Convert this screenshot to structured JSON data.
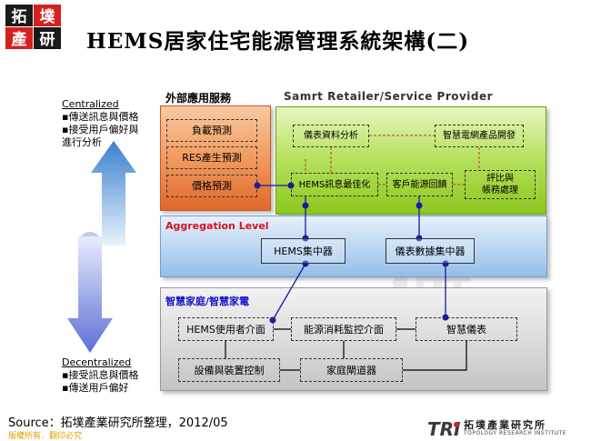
{
  "logo": {
    "line1": "拓",
    "line2": "墣",
    "line3": "產",
    "line4": "研"
  },
  "title": "HEMS居家住宅能源管理系統架構(二)",
  "notes": {
    "top": {
      "heading": "Centralized",
      "lines": [
        "▪傳送訊息與價格",
        "▪接受用戶偏好與",
        "進行分析"
      ]
    },
    "bottom": {
      "heading": "Decentralized",
      "lines": [
        "▪接受訊息與價格",
        "▪傳送用戶偏好"
      ]
    }
  },
  "external": {
    "label": "外部應用服務",
    "items": [
      "負載預測",
      "RES產生預測",
      "價格預測"
    ]
  },
  "retailer": {
    "label": "Samrt Retailer/Service Provider",
    "meter_analysis": "儀表資料分析",
    "smartgrid_dev": "智慧電網產品開發",
    "hems_opt": "HEMS訊息最佳化",
    "customer_feedback": "客戶能源回饋",
    "compare_line1": "評比與",
    "compare_line2": "帳務處理"
  },
  "aggregation": {
    "label": "Aggregation Level",
    "hems_conc": "HEMS集中器",
    "meter_conc": "儀表數據集中器"
  },
  "home": {
    "label": "智慧家庭/智慧家電",
    "hems_ui": "HEMS使用者介面",
    "energy_monitor": "能源消耗監控介面",
    "smart_meter": "智慧儀表",
    "device_control": "設備與裝置控制",
    "home_gateway": "家庭閘道器"
  },
  "footer": {
    "source": "Source：拓墣產業研究所整理，2012/05",
    "copyright": "版權所有．翻印必究",
    "tri_mark": "TRI",
    "tri_name": "拓墣產業研究所",
    "tri_sub": "TOPOLOGY RESEARCH INSTITUTE"
  },
  "colors": {
    "arrow_top": "#3a7fd0",
    "arrow_bottom": "#5c6fd8",
    "connector": "#1a1aa0",
    "agg_label": "#d8141c",
    "home_label": "#1414c8"
  }
}
